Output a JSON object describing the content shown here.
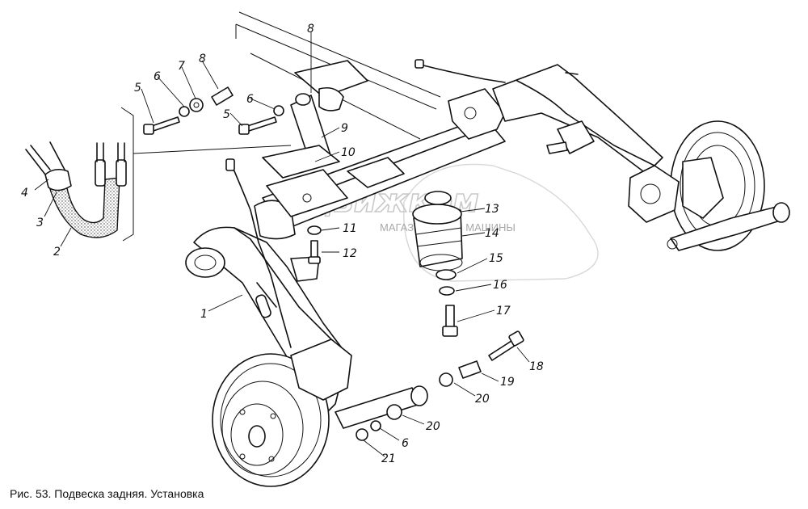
{
  "caption": "Рис. 53. Подвеска задняя. Установка",
  "watermark": {
    "brand": "движком",
    "tagline": "МАГАЗИНЫ ДЛЯ МАШИНЫ"
  },
  "callouts": {
    "c1": "1",
    "c2": "2",
    "c3": "3",
    "c4": "4",
    "c5a": "5",
    "c5b": "5",
    "c6a": "6",
    "c6b": "6",
    "c6c": "6",
    "c7": "7",
    "c8a": "8",
    "c8b": "8",
    "c9": "9",
    "c10": "10",
    "c11": "11",
    "c12": "12",
    "c13": "13",
    "c14": "14",
    "c15": "15",
    "c16": "16",
    "c17": "17",
    "c18": "18",
    "c19": "19",
    "c20a": "20",
    "c20b": "20",
    "c21": "21"
  }
}
